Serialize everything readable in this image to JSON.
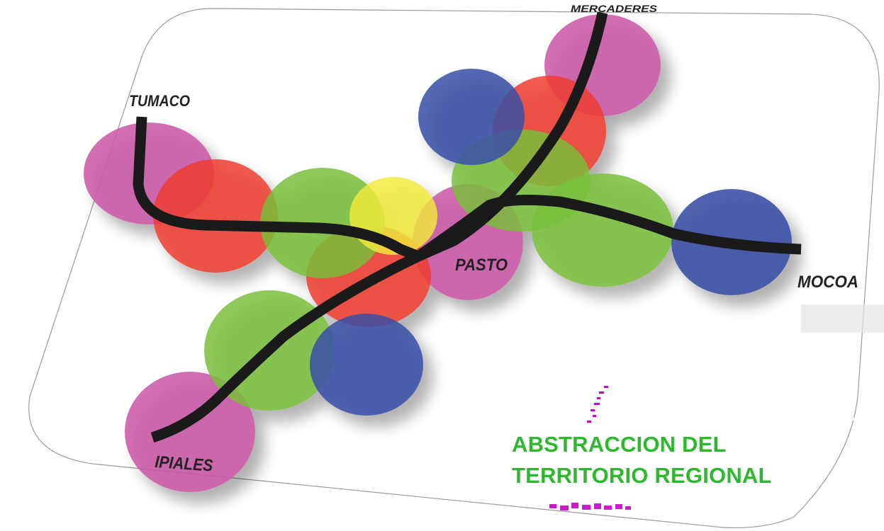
{
  "title": {
    "line1": "ABSTRACCION DEL",
    "line2": "TERRITORIO REGIONAL"
  },
  "cities": {
    "tumaco": "TUMACO",
    "mercaderes": "MERCADERES",
    "pasto": "PASTO",
    "mocoa": "MOCOA",
    "ipiales": "IPIALES"
  },
  "colors": {
    "pink": "#cc5aa9",
    "red": "#ee3b2f",
    "green": "#7abf3a",
    "blue": "#3a4fa5",
    "yellow": "#f2ec3a",
    "road": "#1a1a1a",
    "title": "#2eb82e"
  }
}
